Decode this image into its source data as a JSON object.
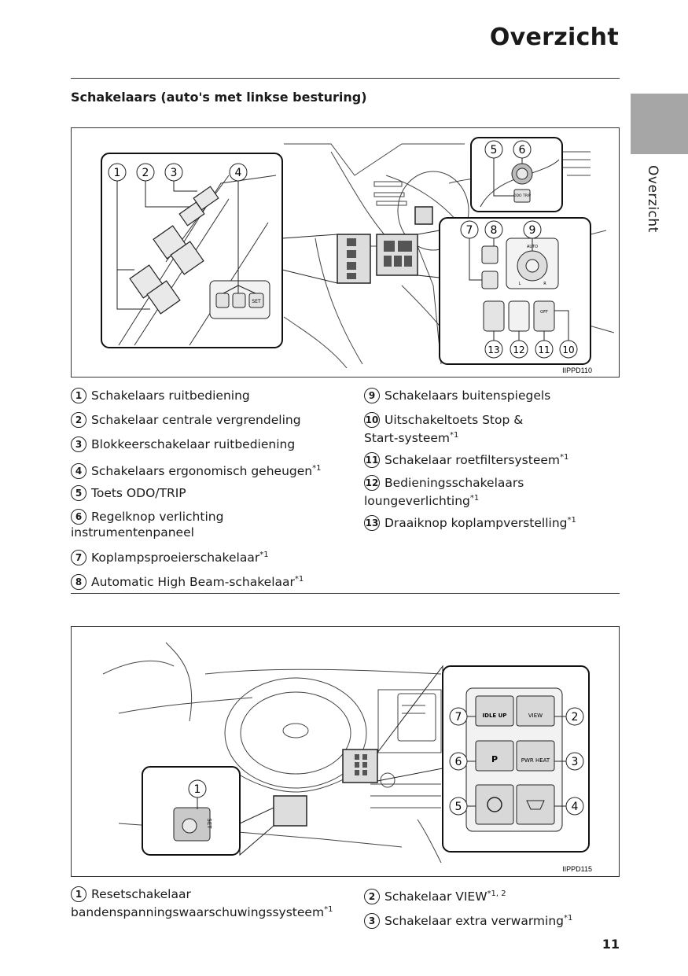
{
  "page": {
    "title": "Overzicht",
    "side_tab_label": "Overzicht",
    "section_heading": "Schakelaars (auto's met linkse besturing)",
    "page_number": "11"
  },
  "figure1": {
    "code": "IIPPD110",
    "callouts": [
      "1",
      "2",
      "3",
      "4",
      "5",
      "6",
      "7",
      "8",
      "9",
      "10",
      "11",
      "12",
      "13"
    ],
    "switch_labels": {
      "odo": "ODO TRIP",
      "set": "SET",
      "auto": "AUTO",
      "off": "OFF",
      "l": "L",
      "r": "R"
    }
  },
  "list1": {
    "col1": [
      {
        "num": "1",
        "text": "Schakelaars ruitbediening",
        "sup": ""
      },
      {
        "num": "2",
        "text": "Schakelaar centrale vergrendeling",
        "sup": ""
      },
      {
        "num": "3",
        "text": "Blokkeerschakelaar ruitbediening",
        "sup": ""
      },
      {
        "num": "4",
        "text": "Schakelaars ergonomisch geheugen",
        "sup": "*1"
      },
      {
        "num": "5",
        "text": "Toets ODO/TRIP",
        "sup": ""
      },
      {
        "num": "6",
        "text": "Regelknop verlichting",
        "text2": "instrumentenpaneel",
        "sup": ""
      },
      {
        "num": "7",
        "text": "Koplampsproeierschakelaar",
        "sup": "*1"
      },
      {
        "num": "8",
        "text": "Automatic High Beam-schakelaar",
        "sup": "*1"
      }
    ],
    "col2": [
      {
        "num": "9",
        "text": "Schakelaars buitenspiegels",
        "sup": ""
      },
      {
        "num": "10",
        "text": "Uitschakeltoets Stop &",
        "text2": "Start-systeem",
        "sup": "*1"
      },
      {
        "num": "11",
        "text": "Schakelaar roetfiltersysteem",
        "sup": "*1"
      },
      {
        "num": "12",
        "text": "Bedieningsschakelaars",
        "text2": "loungeverlichting",
        "sup": "*1"
      },
      {
        "num": "13",
        "text": "Draaiknop koplampverstelling",
        "sup": "*1"
      }
    ]
  },
  "figure2": {
    "code": "IIPPD115",
    "callouts": [
      "1",
      "2",
      "3",
      "4",
      "5",
      "6",
      "7"
    ],
    "switch_labels": {
      "idle_up": "IDLE UP",
      "view": "VIEW",
      "pwr_heat": "PWR HEAT",
      "set": "SET"
    }
  },
  "list2": {
    "col1": [
      {
        "num": "1",
        "text": "Resetschakelaar",
        "text2": "bandenspanningswaarschuwingssysteem",
        "sup": "*1"
      }
    ],
    "col2": [
      {
        "num": "2",
        "text": "Schakelaar VIEW",
        "sup": "*1, 2"
      },
      {
        "num": "3",
        "text": "Schakelaar extra verwarming",
        "sup": "*1"
      }
    ]
  }
}
